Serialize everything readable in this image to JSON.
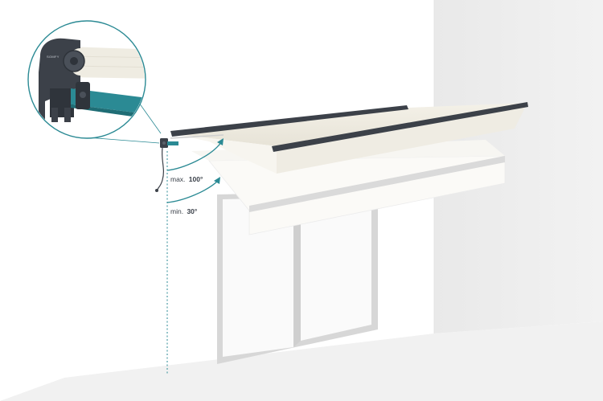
{
  "angles": {
    "max": {
      "prefix": "max.",
      "value": "100°",
      "color": "#2b8a94"
    },
    "min": {
      "prefix": "min.",
      "value": "30°",
      "color": "#2b8a94"
    }
  },
  "inset": {
    "brand_text": "SOMFY"
  },
  "colors": {
    "fabric": "#f1eee4",
    "fabric_shade": "#e6e2d6",
    "frame": "#3c4149",
    "accent_teal": "#2b8a94",
    "wall_right": "#ececec",
    "floor": "#f0f0f0",
    "window_frame": "#d9d9d9"
  },
  "icons": [
    "angle-arc-icon",
    "motor-bracket-icon",
    "power-cable-icon"
  ]
}
